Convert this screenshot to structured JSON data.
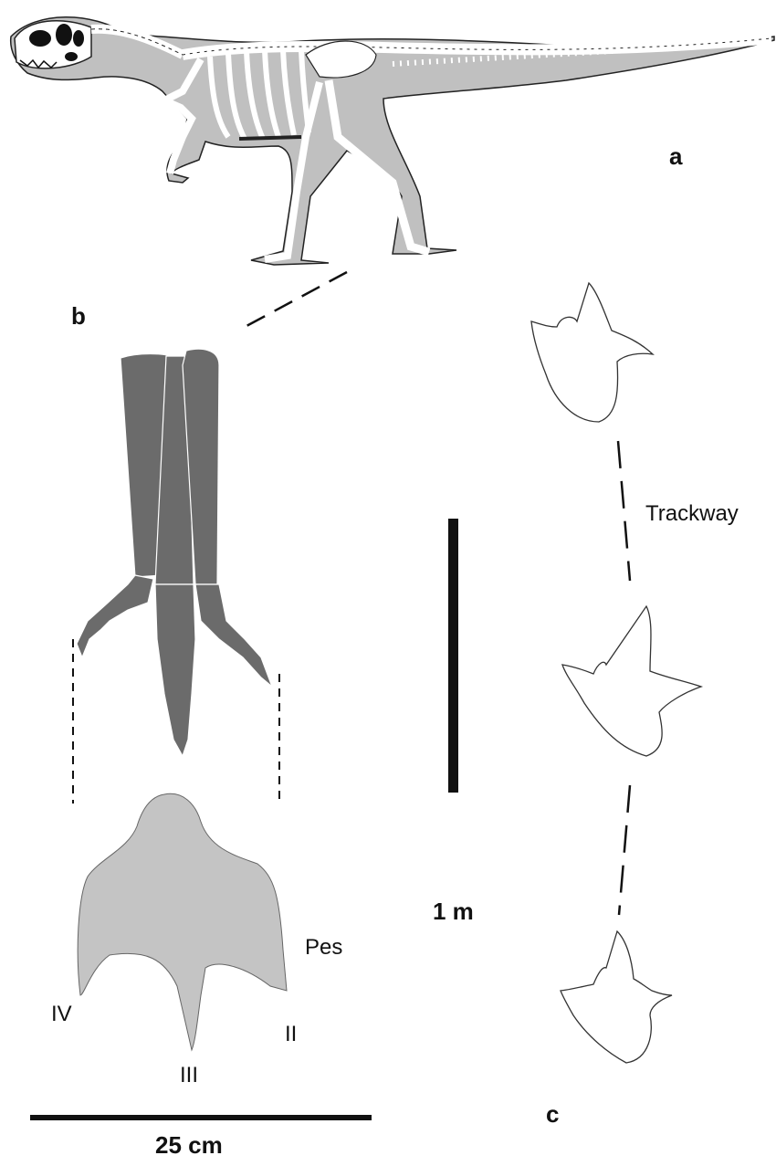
{
  "panels": {
    "a": "a",
    "b": "b",
    "c": "c"
  },
  "labels": {
    "trackway": "Trackway",
    "pes": "Pes",
    "digit_iv": "IV",
    "digit_iii": "III",
    "digit_ii": "II"
  },
  "scales": {
    "one_meter": "1 m",
    "twenty_five_cm": "25 cm"
  },
  "colors": {
    "body_fill": "#c0c0c0",
    "bone_fill": "#ffffff",
    "foot_bones": "#6b6b6b",
    "pes_outline": "#c4c4c4",
    "ink": "#111111"
  }
}
